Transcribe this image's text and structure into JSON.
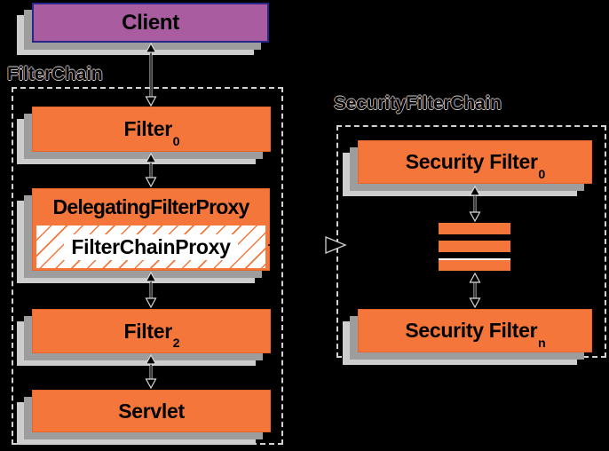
{
  "colors": {
    "orange": "#f4763b",
    "orange_border": "#e5672e",
    "purple": "#a95c9f",
    "purple_border": "#28288c",
    "shadow_near": "#9d9d9d",
    "shadow_far": "#cdcdcd",
    "dash": "#d2d2d2",
    "hatch_bg": "#ffffff"
  },
  "filter_chain": {
    "label": "FilterChain"
  },
  "security_filter_chain": {
    "label": "SecurityFilterChain"
  },
  "nodes": {
    "client": {
      "label": "Client"
    },
    "filter0": {
      "label": "Filter",
      "sub": "0"
    },
    "delegating_filter_proxy": {
      "label": "DelegatingFilterProxy"
    },
    "filter_chain_proxy": {
      "label": "FilterChainProxy"
    },
    "filter2": {
      "label": "Filter",
      "sub": "2"
    },
    "servlet": {
      "label": "Servlet"
    },
    "security_filter0": {
      "label": "Security Filter",
      "sub": "0"
    },
    "security_filtern": {
      "label": "Security Filter",
      "sub": "n"
    }
  },
  "connectors": [
    {
      "from": "Client",
      "to": "Filter0",
      "type": "double-arrow"
    },
    {
      "from": "Filter0",
      "to": "DelegatingFilterProxy",
      "type": "double-arrow"
    },
    {
      "from": "DelegatingFilterProxy",
      "to": "Filter2",
      "type": "double-arrow"
    },
    {
      "from": "Filter2",
      "to": "Servlet",
      "type": "double-arrow"
    },
    {
      "from": "SecurityFilter0",
      "to": "ellipsis-bars",
      "type": "double-arrow"
    },
    {
      "from": "ellipsis-bars",
      "to": "SecurityFilterN",
      "type": "double-arrow"
    },
    {
      "from": "FilterChainProxy",
      "to": "SecurityFilterChain",
      "type": "open-arrow"
    }
  ]
}
